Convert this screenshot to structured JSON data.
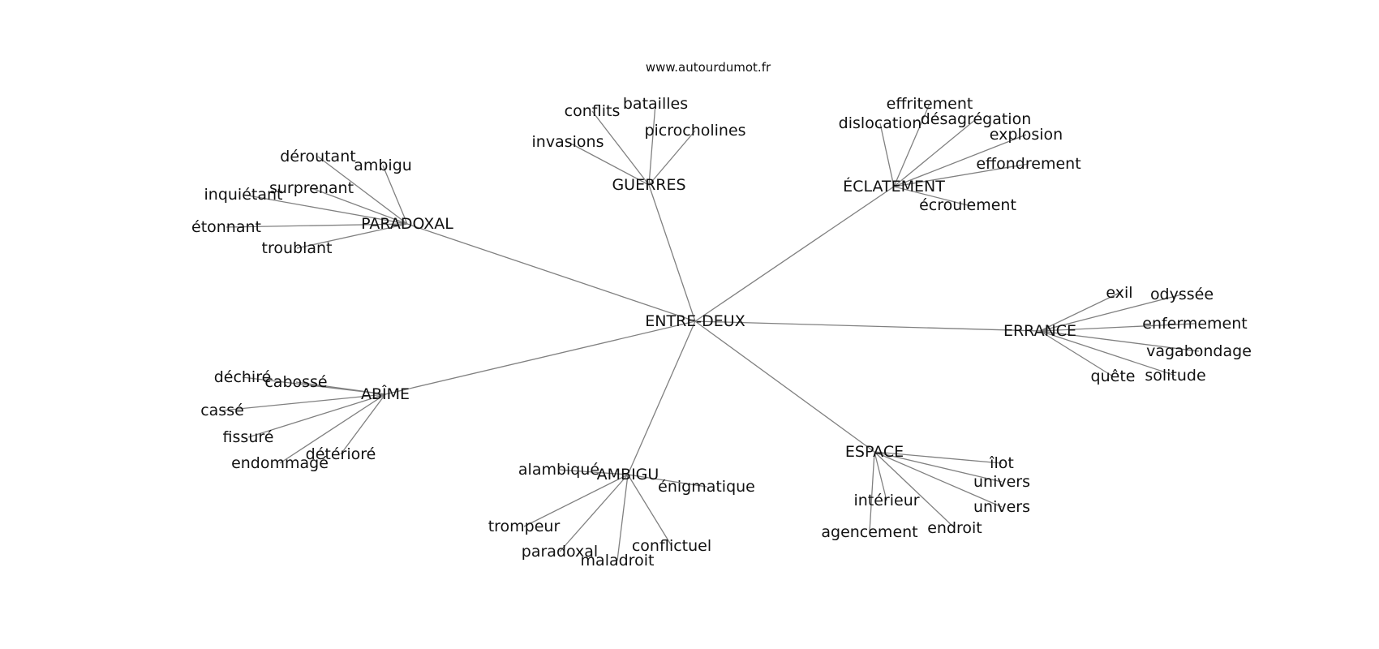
{
  "site_label": "www.autourdumot.fr",
  "center": "ENTRE-DEUX",
  "edge_color": "#808080",
  "text_color": "#111111",
  "branches": [
    {
      "id": "paradoxal",
      "label": "PARADOXAL",
      "words": [
        "déroutant",
        "ambigu",
        "surprenant",
        "inquiétant",
        "étonnant",
        "troublant"
      ]
    },
    {
      "id": "guerres",
      "label": "GUERRES",
      "words": [
        "conflits",
        "batailles",
        "invasions",
        "picrocholines"
      ]
    },
    {
      "id": "eclatement",
      "label": "ÉCLATEMENT",
      "words": [
        "effritement",
        "dislocation",
        "désagrégation",
        "explosion",
        "effondrement",
        "écroulement"
      ]
    },
    {
      "id": "errance",
      "label": "ERRANCE",
      "words": [
        "exil",
        "odyssée",
        "enfermement",
        "vagabondage",
        "quête",
        "solitude"
      ]
    },
    {
      "id": "espace",
      "label": "ESPACE",
      "words": [
        "îlot",
        "univers",
        "intérieur",
        "univers",
        "agencement",
        "endroit"
      ]
    },
    {
      "id": "ambigu",
      "label": "AMBIGU",
      "words": [
        "alambiqué",
        "énigmatique",
        "trompeur",
        "paradoxal",
        "maladroit",
        "conflictuel"
      ]
    },
    {
      "id": "abime",
      "label": "ABÎME",
      "words": [
        "déchiré",
        "cabossé",
        "cassé",
        "fissuré",
        "endommagé",
        "détérioré"
      ]
    }
  ]
}
